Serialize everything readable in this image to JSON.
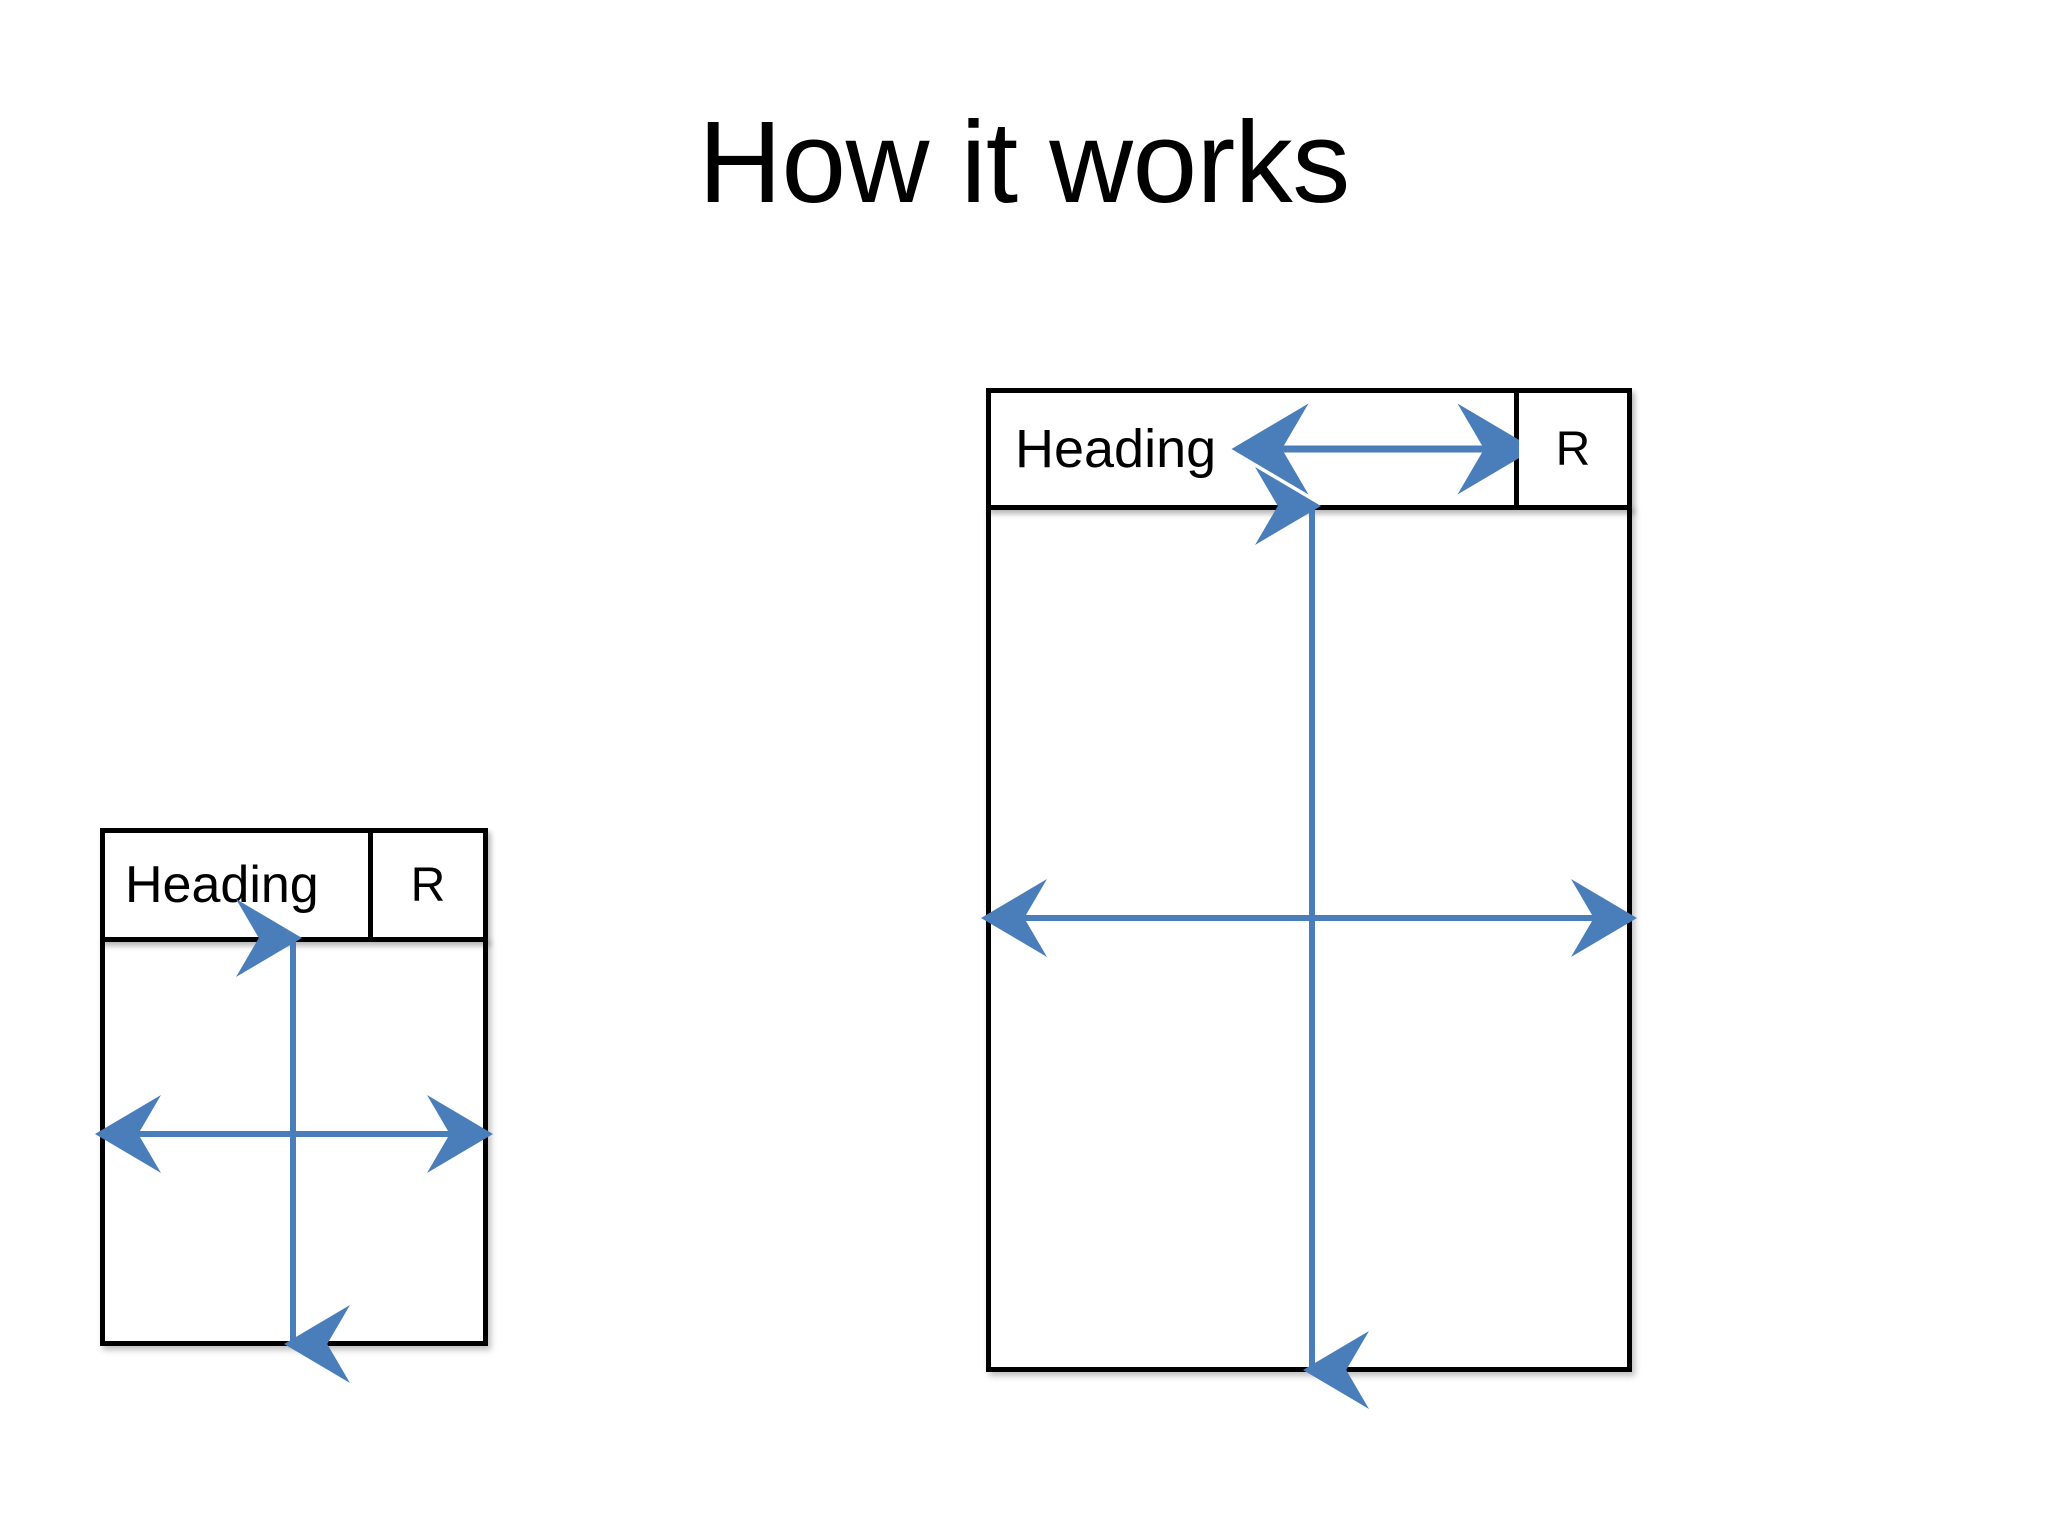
{
  "slide": {
    "title": "How it works",
    "background_color": "#FFFFFF",
    "outline_color": "#000000",
    "arrow_color": "#4A7EBB",
    "text_color": "#000000"
  },
  "diagram": {
    "type": "responsive-layout-wireframes",
    "description": "Two page wireframes — a narrow (small screen) version and a wide (large screen) version — each with a Heading bar, an R cell and resize arrows.",
    "boxes": [
      {
        "id": "small",
        "name": "small-screen-wireframe",
        "header": {
          "heading_label": "Heading",
          "right_cell_label": "R",
          "has_inline_arrow": false
        },
        "arrows": [
          {
            "name": "body-vertical-resize-arrow",
            "direction": "vertical",
            "double_headed": true
          },
          {
            "name": "body-horizontal-resize-arrow",
            "direction": "horizontal",
            "double_headed": true
          }
        ]
      },
      {
        "id": "large",
        "name": "large-screen-wireframe",
        "header": {
          "heading_label": "Heading",
          "right_cell_label": "R",
          "has_inline_arrow": true,
          "inline_arrow_name": "heading-width-resize-arrow"
        },
        "arrows": [
          {
            "name": "body-vertical-resize-arrow",
            "direction": "vertical",
            "double_headed": true
          },
          {
            "name": "body-horizontal-resize-arrow",
            "direction": "horizontal",
            "double_headed": true
          }
        ]
      }
    ]
  }
}
